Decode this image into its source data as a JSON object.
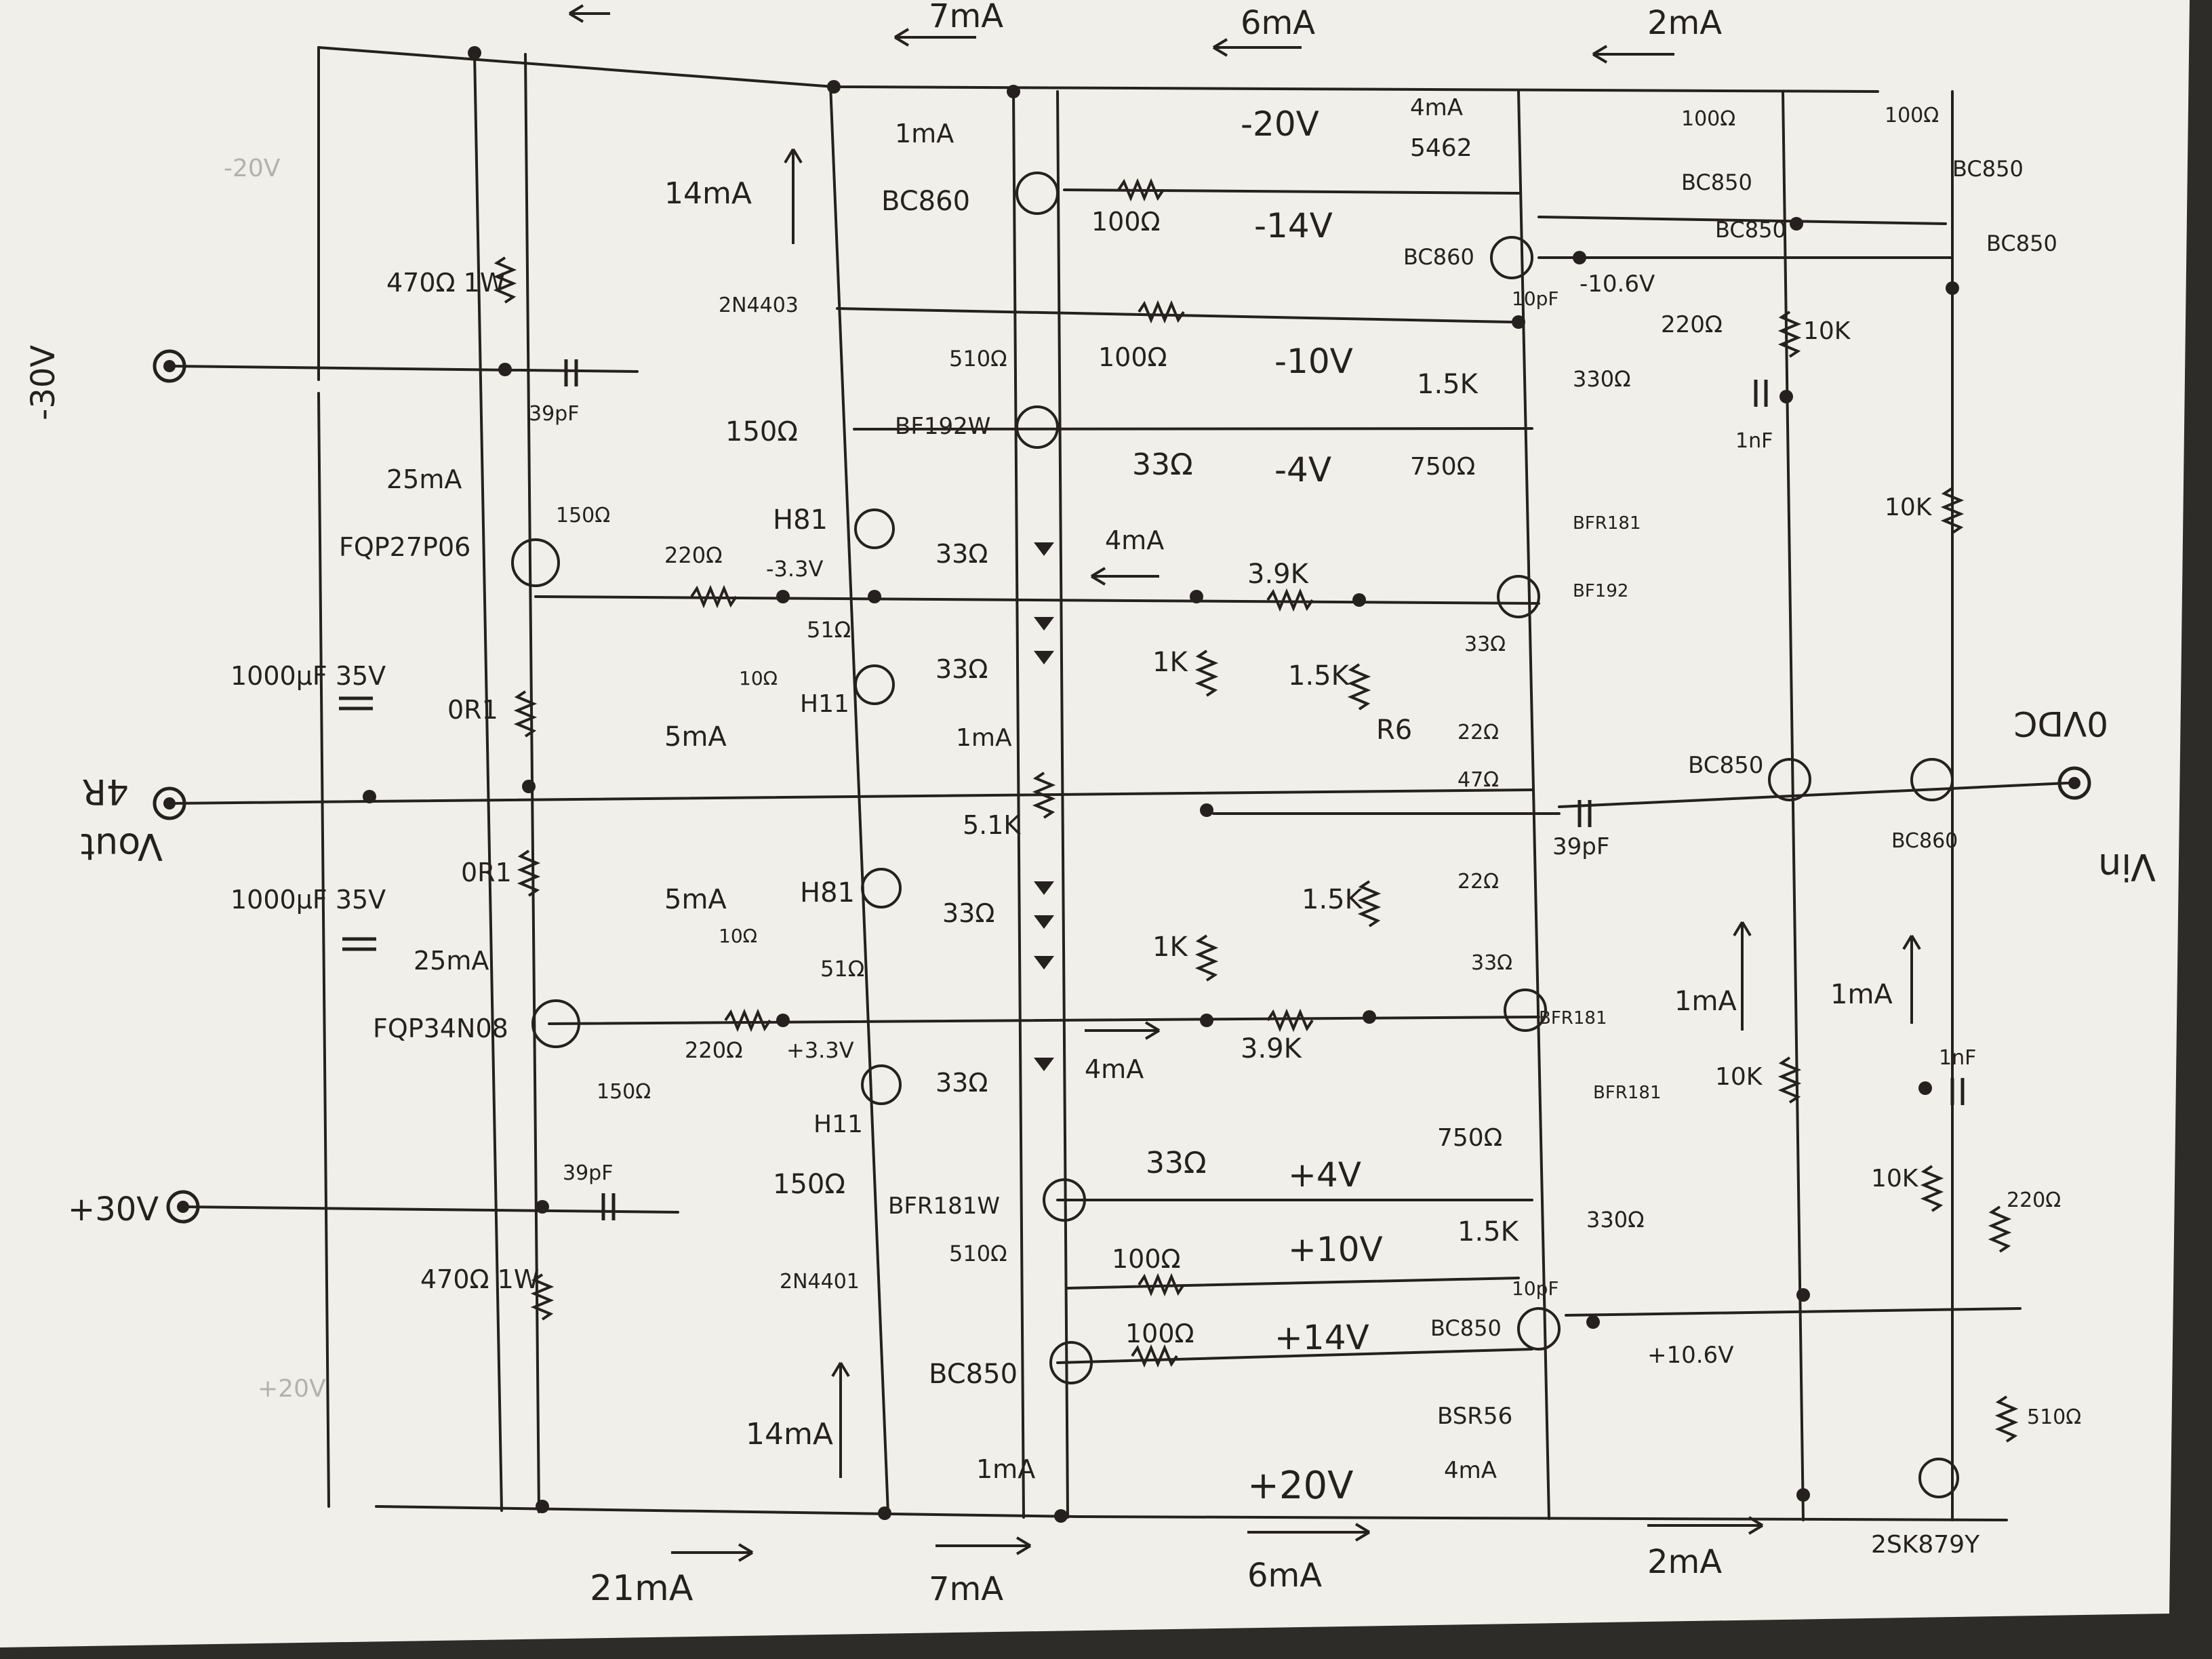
{
  "labels": {
    "v_neg30": "-30V",
    "v_pos30": "+30V",
    "vout": "Vout",
    "load": "4R",
    "vin": "Vin",
    "ovdc": "0VDC",
    "r_470_top": "470Ω 1W",
    "r_470_bot": "470Ω 1W",
    "c_39pf_top": "39pF",
    "c_39pf_bot": "39pF",
    "mos_top": "FQP27P06",
    "mos_bot": "FQP34N08",
    "r_150_top": "150Ω",
    "r_150_bot": "150Ω",
    "i_25_top": "25mA",
    "i_25_bot": "25mA",
    "c_1000_top": "1000µF 35V",
    "c_1000_bot": "1000µF 35V",
    "r_01_top": "0R1",
    "r_01_bot": "0R1",
    "i_14_top": "14mA",
    "i_14_bot": "14mA",
    "q_bc860_l": "BC860",
    "q_bc850_l": "BC850",
    "i_1_tl": "1mA",
    "i_1_bl": "1mA",
    "d_2n4403": "2N4403",
    "d_2n4401": "2N4401",
    "r_510_top": "510Ω",
    "r_510_bot": "510Ω",
    "q_bfq_top": "BF192W",
    "q_bfr_bot": "BFR181W",
    "r_150s_top": "150Ω",
    "r_150s_bot": "150Ω",
    "q_h81_t": "H81",
    "q_h11_b": "H11",
    "q_h11_t": "H11",
    "q_h81_b": "H81",
    "r_33_a": "33Ω",
    "r_33_b": "33Ω",
    "r_33_c": "33Ω",
    "r_33_d": "33Ω",
    "r_51_t": "51Ω",
    "r_51_b": "51Ω",
    "r_10_t": "10Ω",
    "r_10_b": "10Ω",
    "r_220_t": "220Ω",
    "r_220_b": "220Ω",
    "v_neg3_3": "-3.3V",
    "v_pos3_3": "+3.3V",
    "i_5_t": "5mA",
    "i_5_b": "5mA",
    "i_1_mt": "1mA",
    "r_5_1k": "5.1K",
    "i_4_t": "4mA",
    "i_4_b": "4mA",
    "r_3_9k_t": "3.9K",
    "r_3_9k_b": "3.9K",
    "r_1k_t": "1K",
    "r_1k_b": "1K",
    "r_1_5k_t": "1.5K",
    "r_1_5k_b": "1.5K",
    "r_r6": "R6",
    "i_7_t": "7mA",
    "i_6_t": "6mA",
    "i_2_t": "2mA",
    "i_7_b": "7mA",
    "i_6_b": "6mA",
    "i_2_b": "2mA",
    "i_21_b": "21mA",
    "v_neg20": "-20V",
    "v_neg14": "-14V",
    "v_neg10": "-10V",
    "v_neg4": "-4V",
    "v_pos4": "+4V",
    "v_pos10": "+10V",
    "v_pos14": "+14V",
    "v_pos20": "+20V",
    "r_100_a": "100Ω",
    "r_100_b": "100Ω",
    "r_100_c": "100Ω",
    "r_100_d": "100Ω",
    "r_33_e": "33Ω",
    "r_33_f": "33Ω",
    "q_5462": "5462",
    "i_4_vas_t": "4mA",
    "i_4_vas_b": "4mA",
    "q_bc860_r": "BC860",
    "q_bc850_r": "BC850",
    "q_bsr56": "BSR56",
    "c_10pf_t": "10pF",
    "c_10pf_b": "10pF",
    "v_neg10_6": "-10.6V",
    "v_pos10_6": "+10.6V",
    "r_220_vt": "220Ω",
    "r_330_t": "330Ω",
    "r_330_b": "330Ω",
    "r_1_5k_vt": "1.5K",
    "r_1_5k_vb": "1.5K",
    "r_750_t": "750Ω",
    "r_750_b": "750Ω",
    "q_bfr181_t": "BFR181",
    "q_bfr181_b": "BFR181",
    "q_bf192": "BF192",
    "q_bfr181_b2": "BFR181",
    "r_33_vt": "33Ω",
    "r_33_vb": "33Ω",
    "r_22_t": "22Ω",
    "r_22_b": "22Ω",
    "r_47": "47Ω",
    "c_39pf_m": "39pF",
    "r_100_tr1": "100Ω",
    "r_100_tr2": "100Ω",
    "q_bc850_tr1": "BC850",
    "q_bc850_tr2": "BC850",
    "q_bc850_tr3": "BC850",
    "q_bc850_tr4": "BC850",
    "r_10k_a": "10K",
    "r_10k_b": "10K",
    "r_10k_c": "10K",
    "r_10k_d": "10K",
    "c_1nf_t": "1nF",
    "c_1nf_b": "1nF",
    "q_bc850_in": "BC850",
    "q_bc860_in": "BC860",
    "i_1_in_l": "1mA",
    "i_1_in_r": "1mA",
    "r_220_in": "220Ω",
    "r_510_in": "510Ω",
    "q_2sk879": "2SK879Y",
    "v_neg20_faint": "-20V",
    "v_pos20_faint": "+20V"
  },
  "colors": {
    "paper": "#f1efe9",
    "ink": "#24211e",
    "background": "#2e2c28"
  }
}
